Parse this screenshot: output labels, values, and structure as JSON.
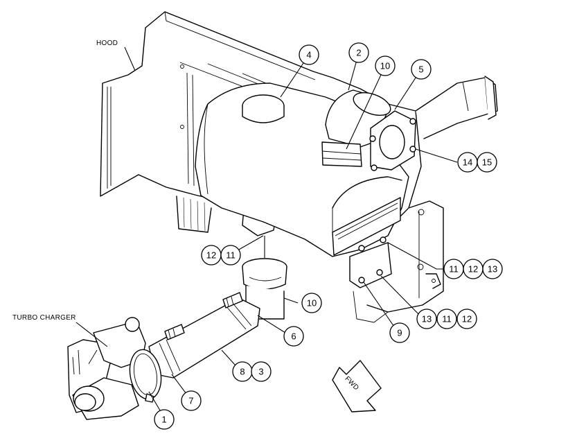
{
  "labels": {
    "hood": "HOOD",
    "turbo": "TURBO CHARGER",
    "fwd": "FWD"
  },
  "callouts": {
    "c1": "1",
    "c2": "2",
    "c3": "3",
    "c4": "4",
    "c5": "5",
    "c6": "6",
    "c7": "7",
    "c8": "8",
    "c9": "9",
    "c10a": "10",
    "c10b": "10",
    "c11a": "11",
    "c11b": "11",
    "c11c": "11",
    "c12a": "12",
    "c12b": "12",
    "c12c": "12",
    "c13a": "13",
    "c13b": "13",
    "c14": "14",
    "c15": "15"
  }
}
